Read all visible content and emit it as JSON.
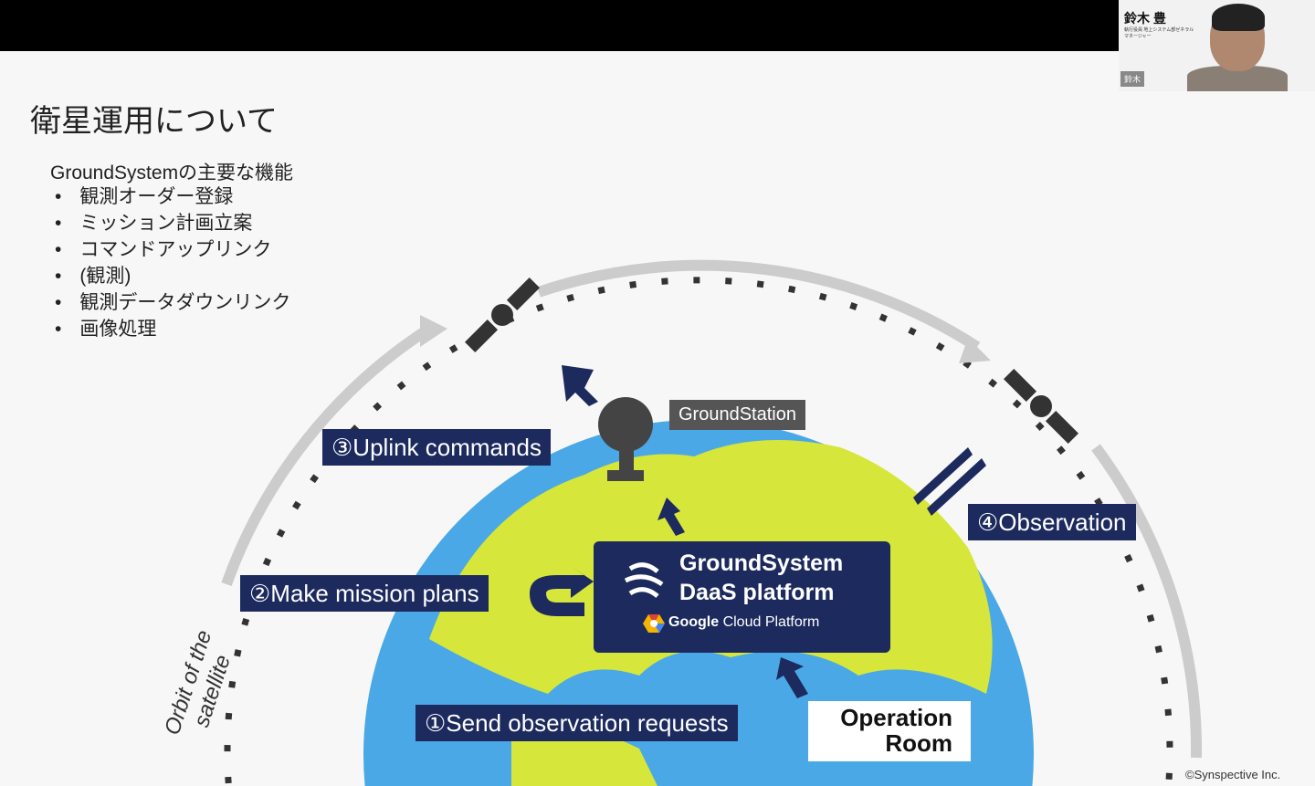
{
  "presenter": {
    "name": "鈴木 豊",
    "role": "執行役員 地上システム部ゼネラルマネージャー",
    "tag": "鈴木"
  },
  "slide": {
    "title": "衛星運用について",
    "subtitle": "GroundSystemの主要な機能",
    "items": [
      "観測オーダー登録",
      "ミッション計画立案",
      "コマンドアップリンク",
      "(観測)",
      "観測データダウンリンク",
      "画像処理"
    ],
    "ground_station": "GroundStation",
    "step1": "①Send observation requests",
    "step2": "②Make mission plans",
    "step3": "③Uplink commands",
    "step4": "④Observation",
    "platform_line1": "GroundSystem",
    "platform_line2": "DaaS platform",
    "gcp_bold": "Google",
    "gcp_rest": "Cloud Platform",
    "operation_room": [
      "Operation",
      "Room"
    ],
    "orbit_label": [
      "Orbit of the",
      "satellite"
    ],
    "copyright": "©Synspective Inc."
  },
  "colors": {
    "navy": "#1c2a5e",
    "ocean": "#4aa8e6",
    "land": "#d6e63a"
  }
}
